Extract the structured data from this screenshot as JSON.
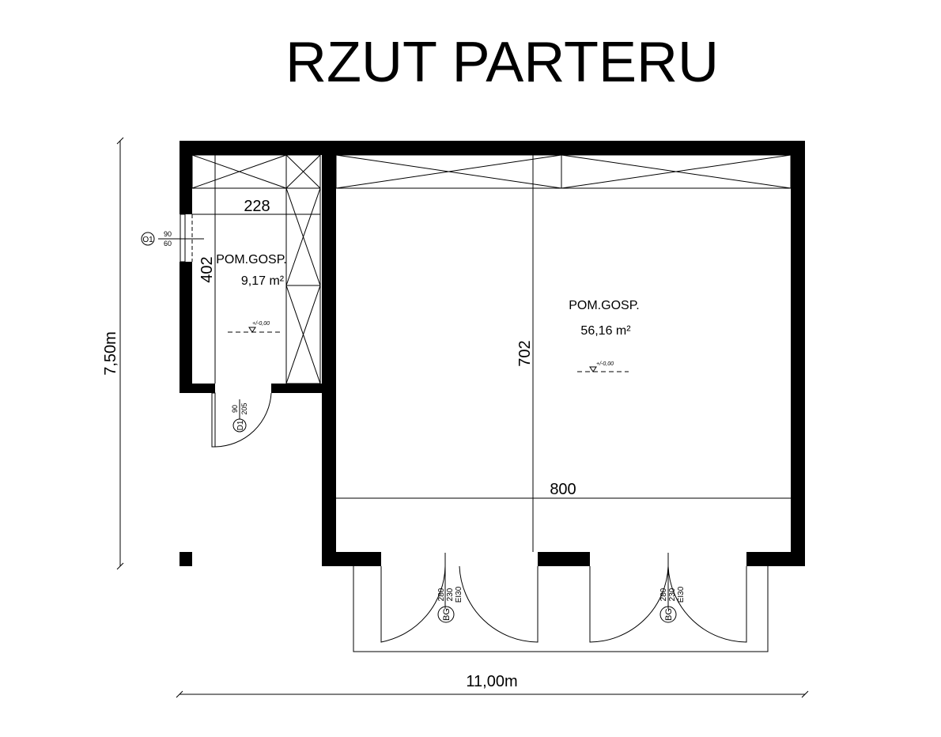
{
  "title": "RZUT PARTERU",
  "small_room": {
    "name": "POM.GOSP.",
    "area": "9,17 m²",
    "level": "+/-0,00",
    "width_dim": "228",
    "length_dim": "402"
  },
  "large_room": {
    "name": "POM.GOSP.",
    "area": "56,16 m²",
    "level": "+/-0,00",
    "width_dim": "800",
    "length_dim": "702"
  },
  "window": {
    "tag": "O1",
    "width": "90",
    "height": "60"
  },
  "door": {
    "tag": "D1",
    "width": "90",
    "height": "205"
  },
  "garage_doors": [
    {
      "tag": "BG",
      "w": "280",
      "h": "230",
      "fire": "EI30"
    },
    {
      "tag": "BG",
      "w": "280",
      "h": "230",
      "fire": "EI30"
    }
  ],
  "overall": {
    "depth": "7,50m",
    "width": "11,00m"
  }
}
